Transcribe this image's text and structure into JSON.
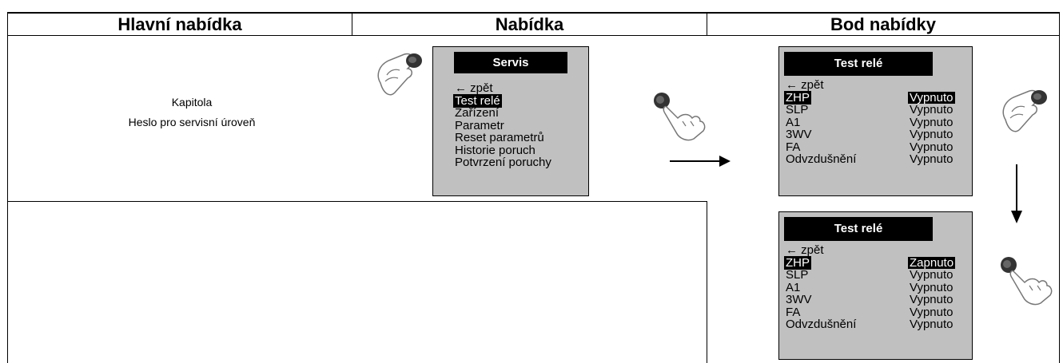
{
  "headers": {
    "main_menu": "Hlavní nabídka",
    "menu": "Nabídka",
    "menu_item": "Bod nabídky"
  },
  "chapter": {
    "line1": "Kapitola",
    "line2": "Heslo pro servisní úroveň"
  },
  "service_screen": {
    "title": "Servis",
    "items": [
      "← zpět",
      "Test relé",
      "Zařízení",
      "Parametr",
      "Reset parametrů",
      "Historie poruch",
      "Potvrzení poruchy"
    ],
    "selected_index": 1
  },
  "relay_screen_1": {
    "title": "Test relé",
    "back": "← zpět",
    "rows": [
      {
        "label": "ZHP",
        "value": "Vypnuto"
      },
      {
        "label": "SLP",
        "value": "Vypnuto"
      },
      {
        "label": "A1",
        "value": "Vypnuto"
      },
      {
        "label": "3WV",
        "value": "Vypnuto"
      },
      {
        "label": "FA",
        "value": "Vypnuto"
      },
      {
        "label": "Odvzdušnění",
        "value": "Vypnuto"
      }
    ]
  },
  "relay_screen_2": {
    "title": "Test relé",
    "back": "← zpět",
    "rows": [
      {
        "label": "ZHP",
        "value": "Zapnuto"
      },
      {
        "label": "SLP",
        "value": "Vypnuto"
      },
      {
        "label": "A1",
        "value": "Vypnuto"
      },
      {
        "label": "3WV",
        "value": "Vypnuto"
      },
      {
        "label": "FA",
        "value": "Vypnuto"
      },
      {
        "label": "Odvzdušnění",
        "value": "Vypnuto"
      }
    ]
  },
  "icons": {
    "turn_knob": "hand-turning-knob-icon",
    "press_knob": "hand-pressing-knob-icon",
    "arrow_right": "arrow-right-icon",
    "arrow_down": "arrow-down-icon"
  },
  "colors": {
    "lcd_background": "#c0c0c0",
    "highlight": "#000000",
    "highlight_text": "#ffffff"
  }
}
